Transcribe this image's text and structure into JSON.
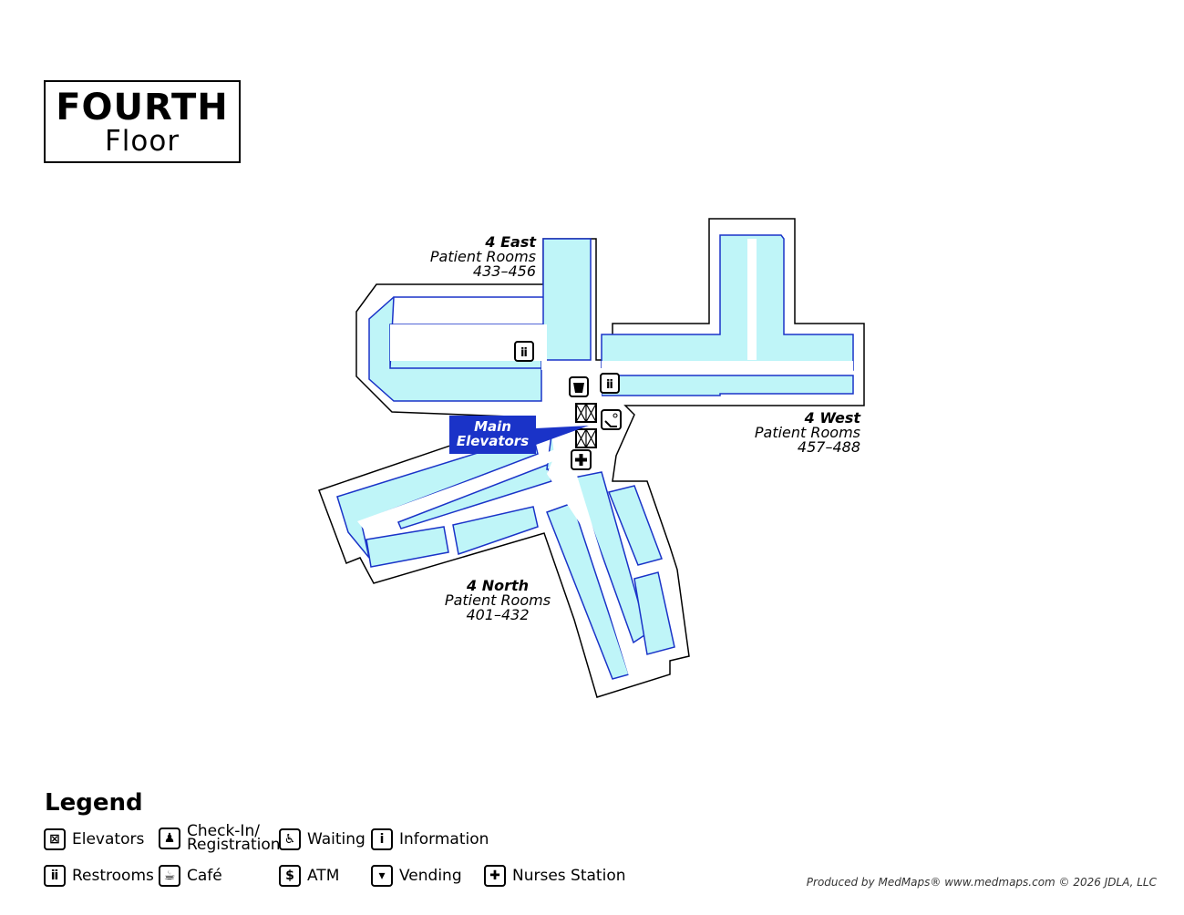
{
  "title": {
    "main": "FOURTH",
    "sub": "Floor"
  },
  "units": {
    "east": {
      "name": "4 East",
      "desc": "Patient Rooms",
      "range": "433–456"
    },
    "west": {
      "name": "4 West",
      "desc": "Patient Rooms",
      "range": "457–488"
    },
    "north": {
      "name": "4 North",
      "desc": "Patient Rooms",
      "range": "401–432"
    }
  },
  "callout": {
    "line1": "Main",
    "line2": "Elevators"
  },
  "legend": {
    "title": "Legend",
    "items": [
      {
        "label": "Elevators",
        "icon": "elevator-icon"
      },
      {
        "label1": "Check-In/",
        "label2": "Registration",
        "icon": "checkin-icon"
      },
      {
        "label": "Waiting",
        "icon": "waiting-icon"
      },
      {
        "label": "Information",
        "icon": "information-icon"
      },
      {
        "label": "Restrooms",
        "icon": "restroom-icon"
      },
      {
        "label": "Café",
        "icon": "cafe-icon"
      },
      {
        "label": "ATM",
        "icon": "atm-icon"
      },
      {
        "label": "Vending",
        "icon": "vending-icon"
      },
      {
        "label": "Nurses Station",
        "icon": "nurses-station-icon"
      }
    ]
  },
  "footer": "Produced by MedMaps®  www.medmaps.com   © 2026 JDLA, LLC",
  "colors": {
    "room_fill": "#bff5f8",
    "room_stroke": "#1a33c8",
    "callout": "#1a33c8"
  }
}
